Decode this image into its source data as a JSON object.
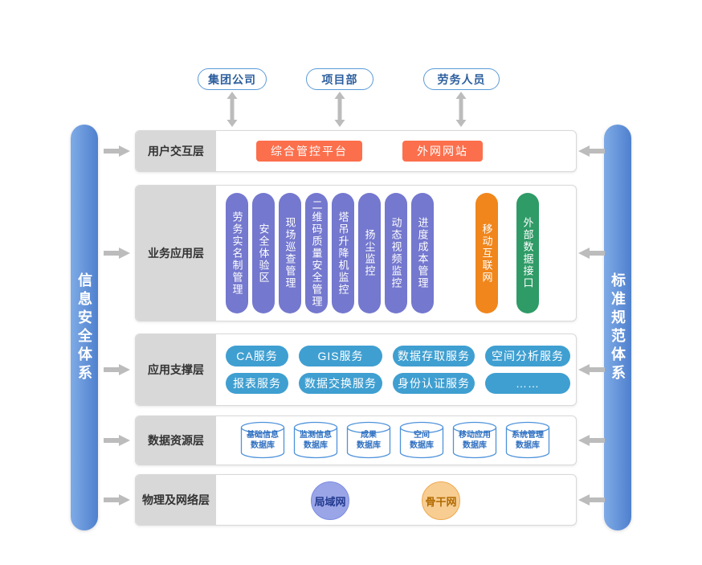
{
  "diagram": {
    "top_nodes": [
      "集团公司",
      "项目部",
      "劳务人员"
    ],
    "left_bar": "信息安全体系",
    "right_bar": "标准规范体系",
    "layers": {
      "user": {
        "name": "用户交互层",
        "items": [
          "综合管控平台",
          "外网网站"
        ]
      },
      "business": {
        "name": "业务应用层",
        "apps": [
          "劳务实名制管理",
          "安全体验区",
          "现场巡查管理",
          "二维码质量安全管理",
          "塔吊升降机监控",
          "扬尘监控",
          "动态视频监控",
          "进度成本管理"
        ],
        "mobile": "移动互联网",
        "external": "外部数据接口"
      },
      "support": {
        "name": "应用支撑层",
        "row1": [
          "CA服务",
          "GIS服务",
          "数据存取服务",
          "空间分析服务"
        ],
        "row2": [
          "报表服务",
          "数据交换服务",
          "身份认证服务",
          "……"
        ]
      },
      "data": {
        "name": "数据资源层",
        "databases": [
          "基础信息\n数据库",
          "监测信息\n数据库",
          "成果\n数据库",
          "空间\n数据库",
          "移动应用\n数据库",
          "系统管理\n数据库"
        ]
      },
      "network": {
        "name": "物理及网络层",
        "nodes": [
          "局域网",
          "骨干网"
        ]
      }
    },
    "colors": {
      "coral": "#fc6f4c",
      "purple": "#7478ce",
      "orange": "#f0861c",
      "green": "#2f9b67",
      "service_blue": "#3f9fd1",
      "bar_blue": "#5f90d8",
      "node_border_blue": "#5a9bd8",
      "db_blue": "#2f6fc0",
      "lan_fill": "#9aa5e8",
      "backbone_fill": "#f8cd92",
      "arrow_gray": "#bcbcbc",
      "label_gray": "#d8d8d8"
    }
  }
}
